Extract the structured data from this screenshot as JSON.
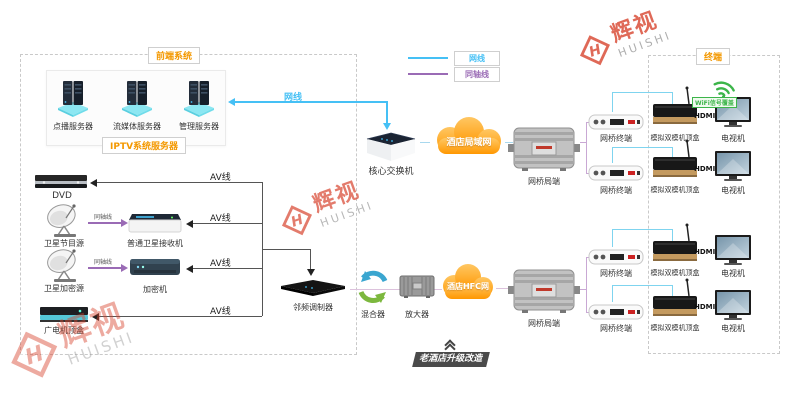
{
  "watermark": {
    "cn": "辉视",
    "en": "HUISHI",
    "mark": "H"
  },
  "legend": {
    "net": "网线",
    "coax": "同轴线"
  },
  "sections": {
    "frontend": "前端系统",
    "terminal": "终端"
  },
  "servers": {
    "group_label": "IPTV系统服务器",
    "items": [
      {
        "label": "点播服务器"
      },
      {
        "label": "流媒体服务器"
      },
      {
        "label": "管理服务器"
      }
    ]
  },
  "sources": {
    "dvd": "DVD",
    "sat_program": "卫星节目源",
    "sat_receiver": "普通卫星接收机",
    "sat_encrypt": "卫星加密源",
    "encryptor": "加密机",
    "catv_stb": "广电机顶盒"
  },
  "center": {
    "core_switch": "核心交换机",
    "lan_cloud": "酒店局域网",
    "modulator": "邻频调制器",
    "mixer": "混合器",
    "amplifier": "放大器",
    "hfc_cloud": "酒店HFC网"
  },
  "terminal": {
    "bridge_head": "网桥局端",
    "bridge_terminal": "网桥终端",
    "stb": "模拟双模机顶盒",
    "tv": "电视机",
    "wifi_badge": "WiFi信号覆盖"
  },
  "lines": {
    "av": "AV线",
    "net": "网线",
    "coax": "同轴线",
    "hdmi": "HDMI线"
  },
  "footer": {
    "upgrade_badge": "老酒店升级改造"
  },
  "colors": {
    "accent_orange": "#f39800",
    "net_blue": "#45c0f5",
    "coax_purple": "#9a6bb5",
    "wifi_green": "#3cb54a",
    "cloud_orange": "#ff9700",
    "logo_red": "#d8442e"
  }
}
